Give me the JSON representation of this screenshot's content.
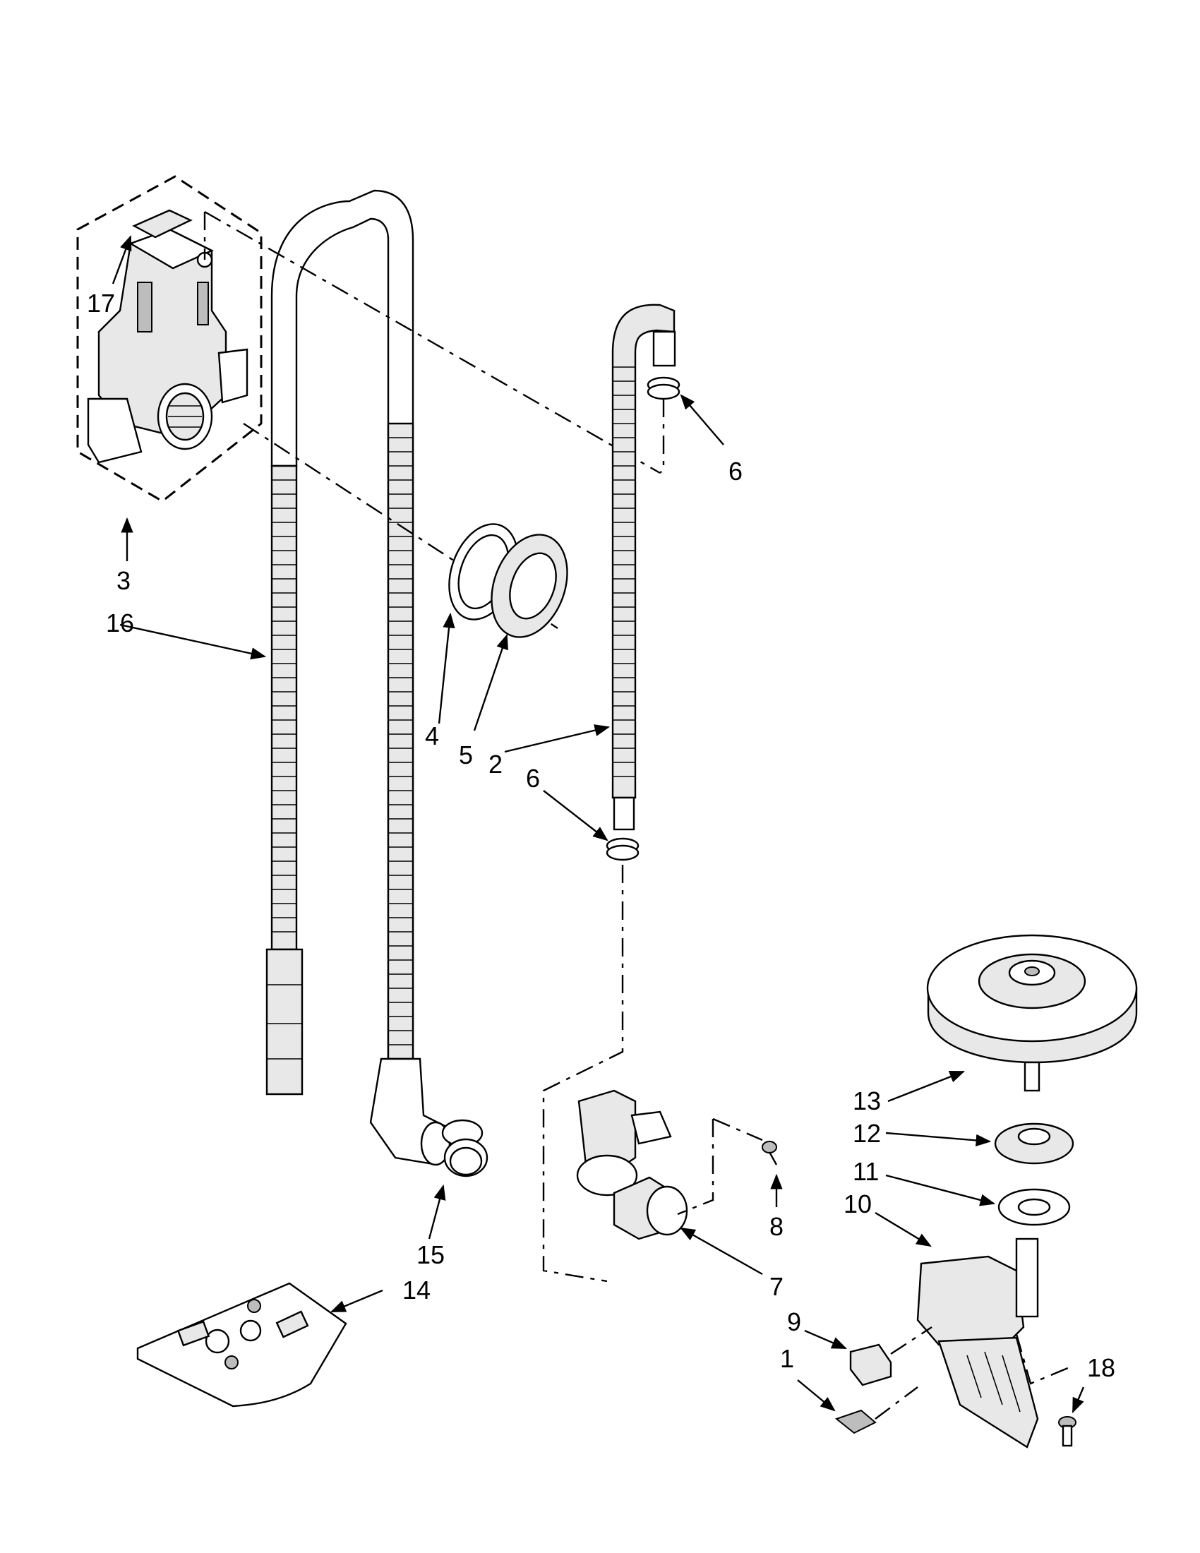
{
  "diagram": {
    "labels": {
      "p1": "1",
      "p2": "2",
      "p3": "3",
      "p4": "4",
      "p5": "5",
      "p6a": "6",
      "p6b": "6",
      "p7": "7",
      "p8": "8",
      "p9": "9",
      "p10": "10",
      "p11": "11",
      "p12": "12",
      "p13": "13",
      "p14": "14",
      "p15": "15",
      "p16": "16",
      "p17": "17",
      "p18": "18"
    }
  }
}
